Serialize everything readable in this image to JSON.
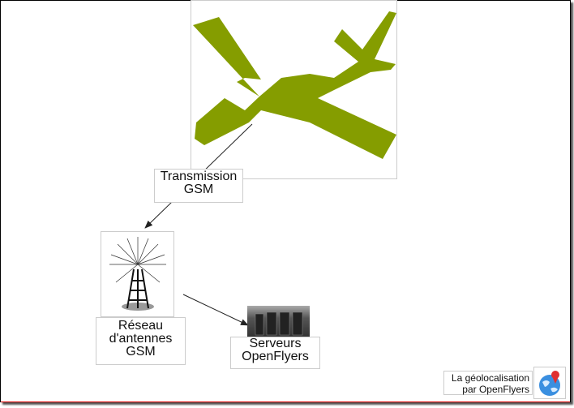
{
  "nodes": {
    "transmission": "Transmission GSM",
    "antennas": "Réseau d'antennes GSM",
    "servers": "Serveurs OpenFlyers"
  },
  "footer": {
    "label": "La géolocalisation par OpenFlyers"
  },
  "colors": {
    "plane": "#859d00"
  }
}
